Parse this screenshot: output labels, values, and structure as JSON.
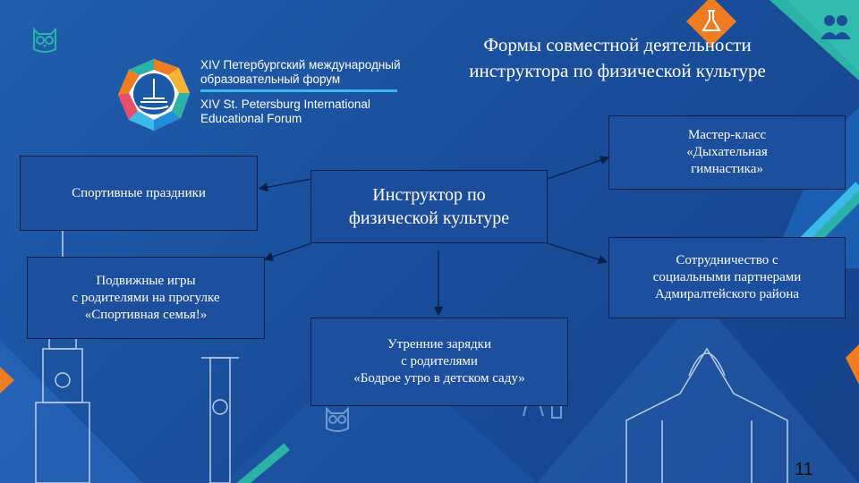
{
  "slide": {
    "title_line1": "Формы совместной деятельности",
    "title_line2": "инструктора по физической культуре",
    "page_number": "11"
  },
  "forum": {
    "ru_line1": "XIV Петербургский международный",
    "ru_line2": "образовательный форум",
    "en_line1": "XIV St. Petersburg International",
    "en_line2": "Educational Forum"
  },
  "diagram": {
    "center": "Инструктор по\nфизической культуре",
    "nodes": {
      "sport_holidays": "Спортивные праздники",
      "outdoor_games": "Подвижные игры\nс родителями на прогулке\n«Спортивная семья!»",
      "morning_exercises": "Утренние зарядки\nс родителями\n«Бодрое утро в детском саду»",
      "master_class": "Мастер-класс\n«Дыхательная\nгимнастика»",
      "cooperation": "Сотрудничество с\nсоциальными партнерами\nАдмиралтейского района"
    }
  },
  "colors": {
    "background": "#1a4f9c",
    "accent_orange": "#f07c22",
    "accent_teal": "#2ab3a6",
    "accent_cyan": "#3cb9e8"
  },
  "icons": [
    "owl-icon",
    "teachers-icon",
    "flask-icon",
    "forum-logo-icon"
  ]
}
